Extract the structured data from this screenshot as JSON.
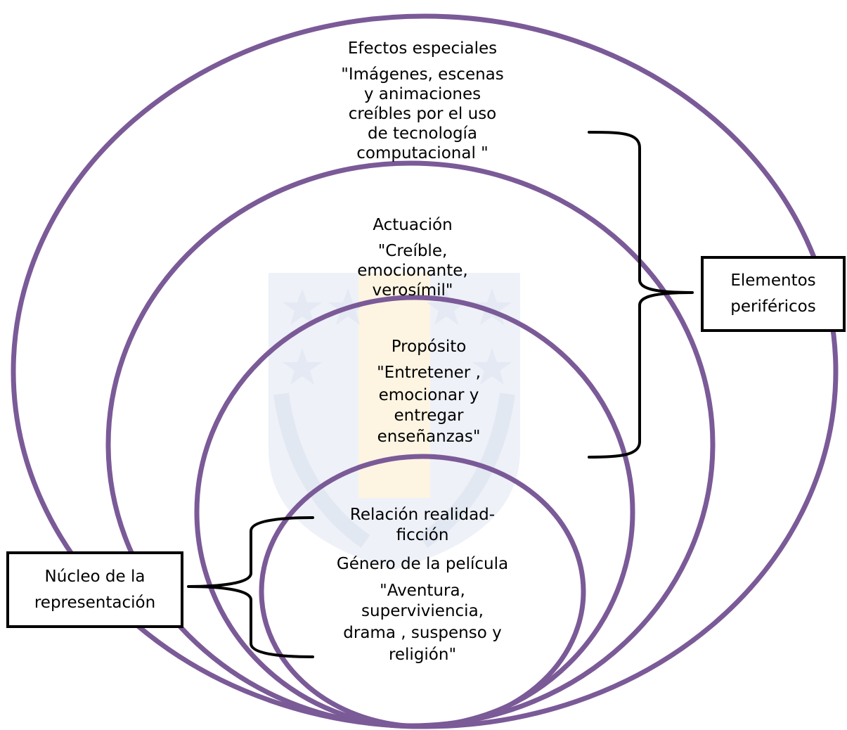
{
  "colors": {
    "ring": "#7b5a98",
    "watermark_blue": "#dce3f0",
    "watermark_gold": "#fbefcf",
    "text": "#000000"
  },
  "rings": {
    "effects": {
      "title": "Efectos especiales",
      "quote_lines": [
        "\"Imágenes, escenas",
        "y animaciones",
        "creíbles por el uso",
        "de tecnología",
        "computacional \""
      ]
    },
    "acting": {
      "title": "Actuación",
      "quote_lines": [
        "\"Creíble,",
        "emocionante,",
        "verosímil\""
      ]
    },
    "purpose": {
      "title": "Propósito",
      "quote_lines": [
        "\"Entretener ,",
        "emocionar y",
        "entregar",
        "enseñanzas\""
      ]
    },
    "core": {
      "relation_lines": [
        "Relación realidad-",
        "ficción"
      ],
      "genre_title": "Género de la película",
      "genre_lines": [
        "\"Aventura,",
        "superviviencia,",
        "drama , suspenso y",
        "religión\""
      ]
    }
  },
  "boxes": {
    "peripheral": [
      "Elementos",
      "periféricos"
    ],
    "core": [
      "Núcleo de la",
      "representación"
    ]
  },
  "watermark_icon": "university-crest-icon"
}
